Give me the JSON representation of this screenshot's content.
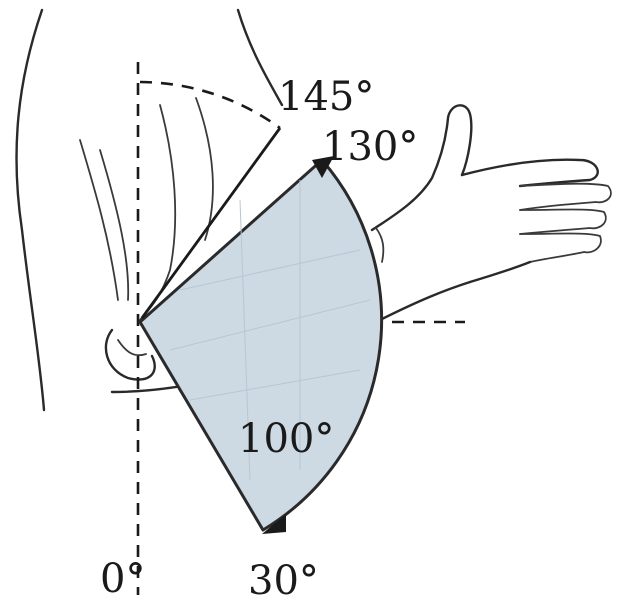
{
  "labels": {
    "flexion_max": "145°",
    "flexion_active": "130°",
    "arc_range": "100°",
    "zero": "0°",
    "extension": "30°"
  },
  "angles_deg": {
    "flexion_max": 145,
    "flexion_active": 130,
    "arc_range": 100,
    "zero": 0,
    "extension": 30
  },
  "colors": {
    "sector_fill": "#cdd9e3",
    "line": "#1a1a1a"
  }
}
